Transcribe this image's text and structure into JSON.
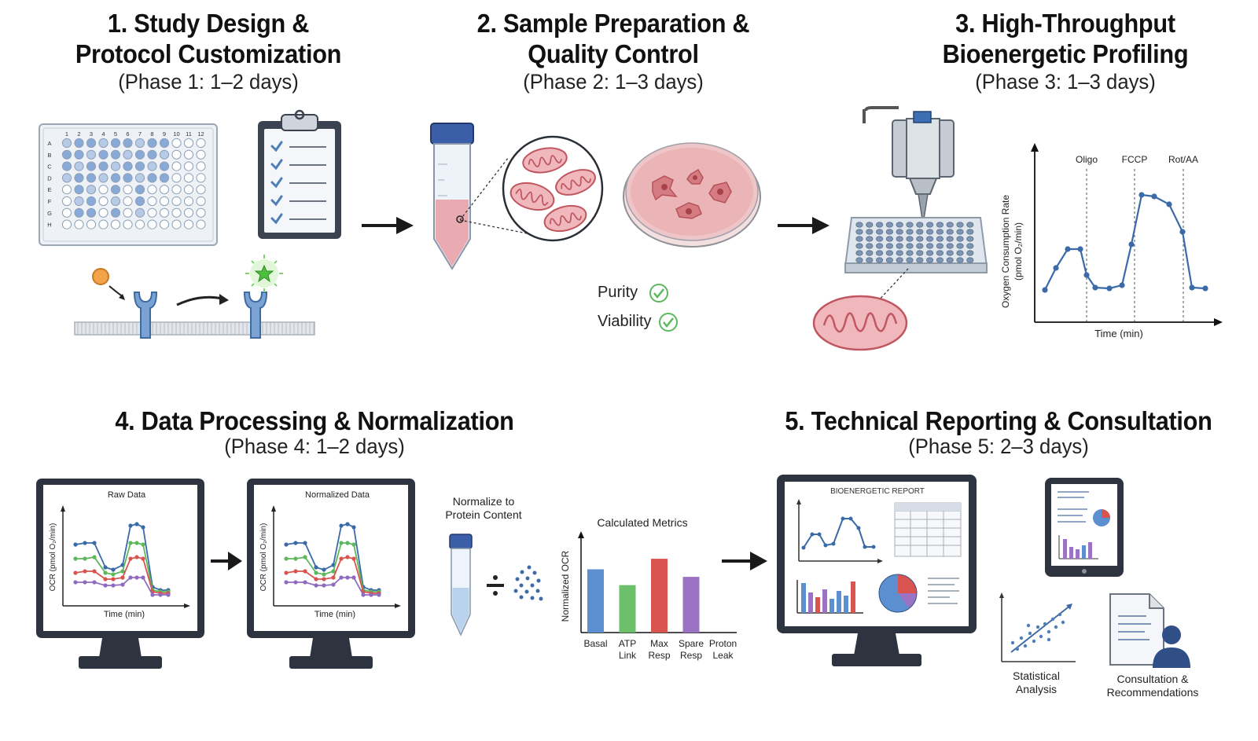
{
  "phases": [
    {
      "title_line1": "1. Study Design &",
      "title_line2": "Protocol Customization",
      "duration": "(Phase 1: 1–2 days)"
    },
    {
      "title_line1": "2. Sample Preparation &",
      "title_line2": "Quality Control",
      "duration": "(Phase 2: 1–3 days)"
    },
    {
      "title_line1": "3. High-Throughput",
      "title_line2": "Bioenergetic Profiling",
      "duration": "(Phase 3: 1–3 days)"
    },
    {
      "title": "4. Data Processing & Normalization",
      "duration": "(Phase 4: 1–2 days)"
    },
    {
      "title": "5. Technical Reporting & Consultation",
      "duration": "(Phase 5: 2–3 days)"
    }
  ],
  "plate": {
    "columns": [
      "1",
      "2",
      "3",
      "4",
      "5",
      "6",
      "7",
      "8",
      "9",
      "10",
      "11",
      "12"
    ],
    "rows": [
      "A",
      "B",
      "C",
      "D",
      "E",
      "F",
      "G",
      "H"
    ]
  },
  "qc": {
    "purity": "Purity",
    "viability": "Viability"
  },
  "ocr_chart": {
    "injections": [
      "Oligo",
      "FCCP",
      "Rot/AA"
    ],
    "ylabel_line1": "Oxygen Consumption Rate",
    "ylabel_line2": "(pmol O₂/min)",
    "xlabel": "Time (min)"
  },
  "monitors": {
    "raw_title": "Raw Data",
    "normalized_title": "Normalized Data",
    "ylabel": "OCR (pmol O₂/min)",
    "xlabel": "Time (min)"
  },
  "normalize": {
    "line1": "Normalize to",
    "line2": "Protein Content"
  },
  "chart_data": {
    "type": "bar",
    "title": "Calculated Metrics",
    "ylabel": "Normalized OCR",
    "categories": [
      "Basal",
      "ATP Link",
      "Max Resp",
      "Spare Resp",
      "Proton Leak"
    ],
    "category_lines": [
      [
        "Basal"
      ],
      [
        "ATP",
        "Link"
      ],
      [
        "Max",
        "Resp"
      ],
      [
        "Spare",
        "Resp"
      ],
      [
        "Proton",
        "Leak"
      ]
    ],
    "values": [
      84,
      63,
      98,
      74,
      0
    ],
    "colors": [
      "#5b8fd0",
      "#6cc06a",
      "#d9534f",
      "#9b72c4",
      "#999999"
    ],
    "ylim": [
      0,
      120
    ]
  },
  "report": {
    "title": "BIOENERGETIC REPORT"
  },
  "stats": {
    "line1": "Statistical",
    "line2": "Analysis"
  },
  "consult": {
    "line1": "Consultation &",
    "line2": "Recommendations"
  },
  "colors": {
    "blue": "#4f7fb8",
    "dark": "#2d3440",
    "pink": "#e8a3a8",
    "green": "#5cb85c"
  }
}
